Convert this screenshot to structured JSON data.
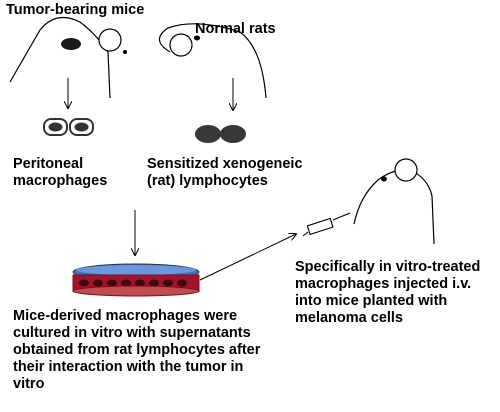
{
  "labels": {
    "tumor_mice": "Tumor-bearing mice",
    "normal_rats": "Normal rats",
    "peritoneal_line1": "Peritoneal",
    "peritoneal_line2": "macrophages",
    "sensitized_line1": "Sensitized xenogeneic",
    "sensitized_line2": "(rat) lymphocytes",
    "injected_line1": "Specifically in vitro-treated",
    "injected_line2": "macrophages injected i.v.",
    "injected_line3": "into mice planted with",
    "injected_line4": "melanoma cells",
    "culture_line1": "Mice-derived macrophages were",
    "culture_line2": "cultured in vitro with supernatants",
    "culture_line3": "obtained from rat lymphocytes after",
    "culture_line4": "their interaction with the tumor in",
    "culture_line5": "vitro"
  },
  "colors": {
    "ink": "#000000",
    "cell_dark": "#333333",
    "cell_nucleus": "#555555",
    "dish_rim": "#c24b4b",
    "dish_fluid": "#a4132a",
    "dish_blue": "#3a6fc4",
    "background": "#ffffff"
  },
  "icons": [
    "mouse-icon",
    "rat-icon",
    "macrophage-cells-icon",
    "lymphocyte-cells-icon",
    "culture-dish-icon",
    "syringe-icon",
    "recipient-mouse-icon"
  ]
}
